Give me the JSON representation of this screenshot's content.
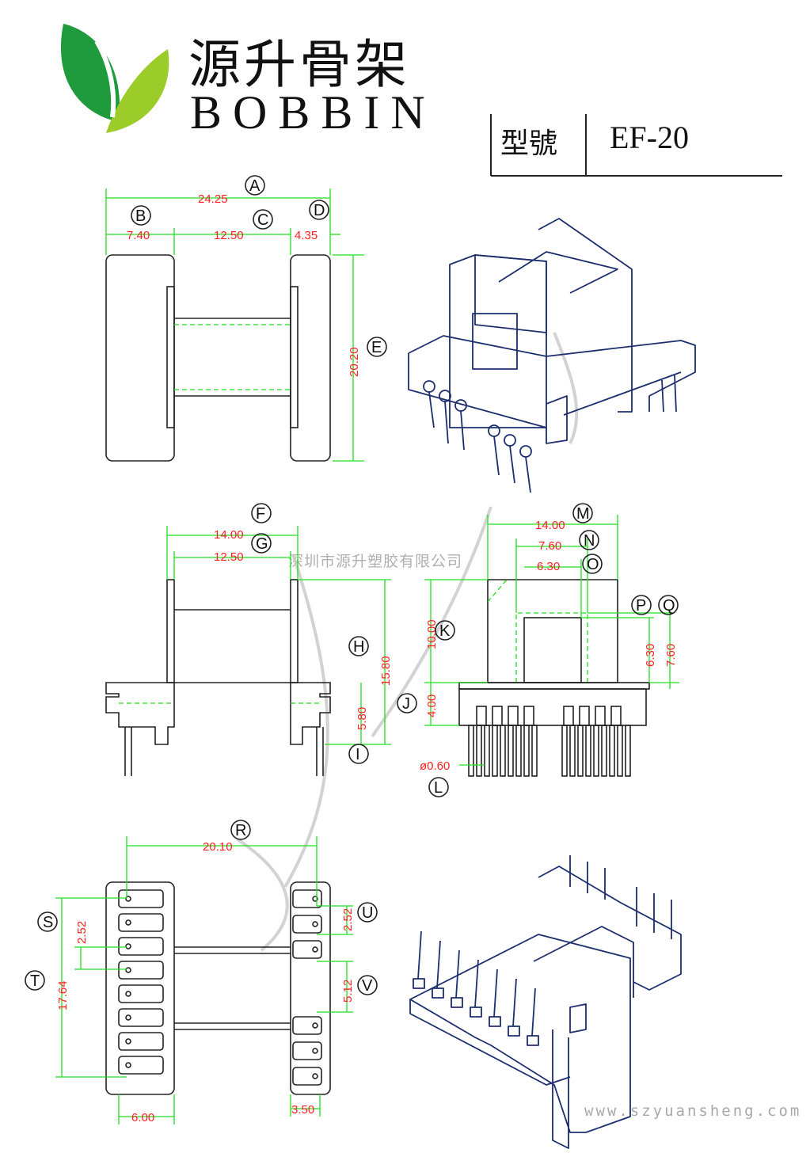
{
  "brand": {
    "name_cn": "源升骨架",
    "name_en": "BOBBIN",
    "logo_colors": {
      "dark": "#1f9a3c",
      "light": "#9ccc2a"
    }
  },
  "model": {
    "label": "型號",
    "value": "EF-20"
  },
  "watermark": {
    "company": "深圳市源升塑胶有限公司",
    "website": "www.szyuansheng.com"
  },
  "dimensions": {
    "A": "24.25",
    "B": "7.40",
    "C": "12.50",
    "D": "4.35",
    "E": "20.20",
    "F": "14.00",
    "G": "12.50",
    "H": "15.80",
    "I": "5.80",
    "J": "4.00",
    "K": "10.00",
    "L": "ø0.60",
    "M": "14.00",
    "N": "7.60",
    "O": "6.30",
    "P": "6.30",
    "Q": "7.60",
    "R": "20.10",
    "S": "2.52",
    "T": "17.64",
    "U": "2.52",
    "V": "5.12",
    "W": "6.00",
    "X": "3.50"
  },
  "callouts": {
    "A": "A",
    "B": "B",
    "C": "C",
    "D": "D",
    "E": "E",
    "F": "F",
    "G": "G",
    "H": "H",
    "I": "I",
    "J": "J",
    "K": "K",
    "L": "L",
    "M": "M",
    "N": "N",
    "O": "O",
    "P": "P",
    "Q": "Q",
    "R": "R",
    "S": "S",
    "T": "T",
    "U": "U",
    "V": "V"
  }
}
